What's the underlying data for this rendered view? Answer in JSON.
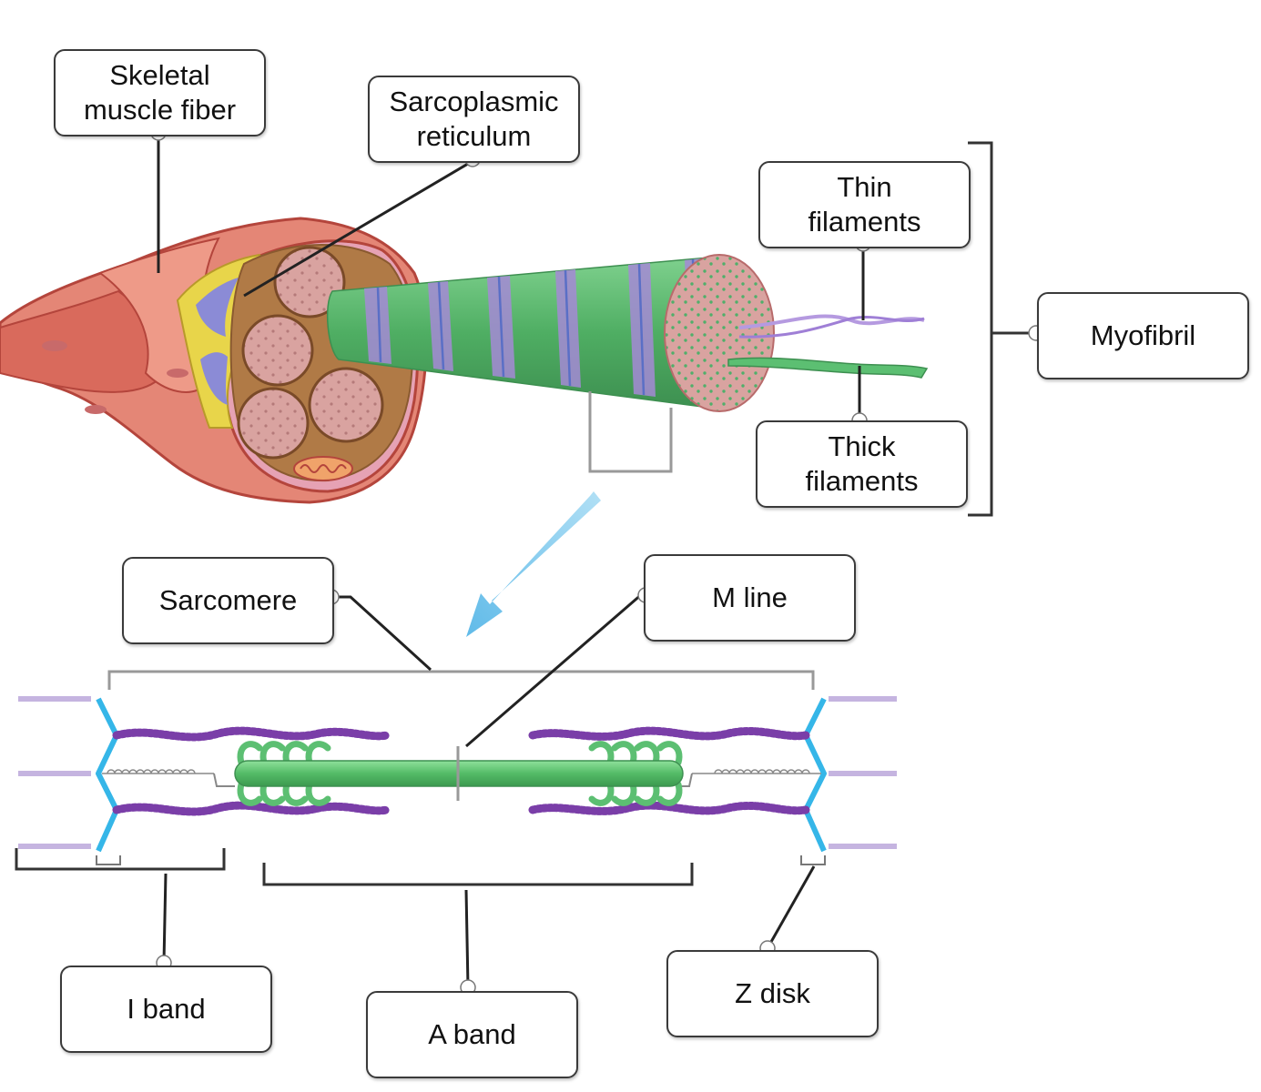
{
  "labels": {
    "skeletal_muscle_fiber": [
      "Skeletal",
      "muscle fiber"
    ],
    "sarcoplasmic_reticulum": [
      "Sarcoplasmic",
      "reticulum"
    ],
    "thin_filaments": [
      "Thin",
      "filaments"
    ],
    "thick_filaments": [
      "Thick",
      "filaments"
    ],
    "myofibril": "Myofibril",
    "sarcomere": "Sarcomere",
    "m_line": "M line",
    "i_band": "I band",
    "a_band": "A band",
    "z_disk": "Z disk"
  },
  "colors": {
    "muscle_red": "#e07a6a",
    "muscle_dark": "#b4453c",
    "reticulum_yellow": "#e8d54a",
    "myofibril_pink": "#d9a3a0",
    "connective_brown": "#a0663a",
    "myofibril_green": "#5cbf72",
    "band_purple": "#a58ad6",
    "thin_filament_purple": "#7a3ea8",
    "z_disk_blue": "#35b6e8",
    "arrow_blue": "#7cc7ec",
    "label_border": "#3a3a3a"
  }
}
